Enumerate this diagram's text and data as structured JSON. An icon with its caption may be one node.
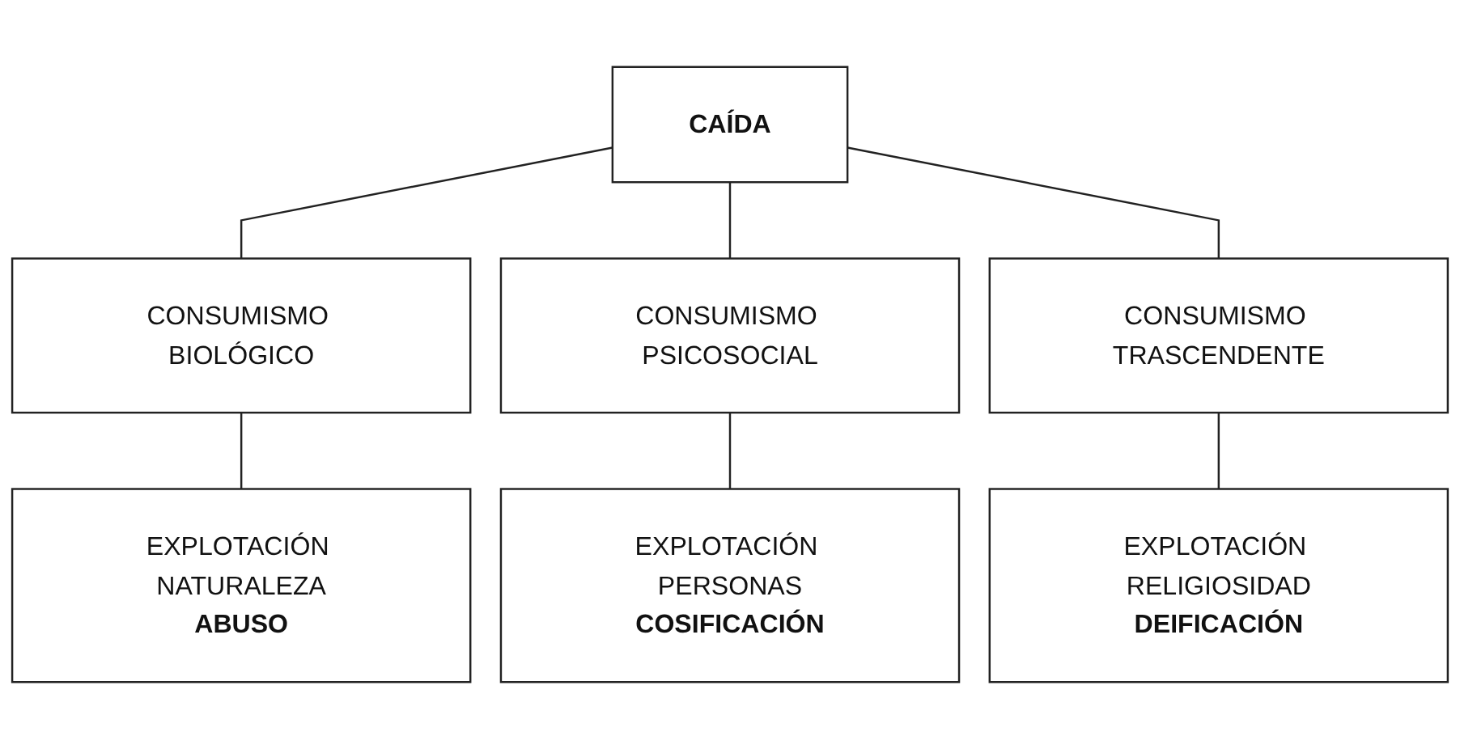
{
  "diagram": {
    "nodes": [
      {
        "text": [
          "CAÍDA"
        ]
      },
      {
        "text": [
          "CONSUMISMO BIOLÓGICO"
        ]
      },
      {
        "text": [
          "CONSUMISMO PSICOSOCIAL"
        ]
      },
      {
        "text": [
          "CONSUMISMO TRASCENDENTE"
        ]
      },
      {
        "text": [
          "EXPLOTACIÓN NATURALEZA",
          "ABUSO"
        ]
      },
      {
        "text": [
          "EXPLOTACIÓN PERSONAS",
          "COSIFICACIÓN"
        ]
      },
      {
        "text": [
          "EXPLOTACIÓN RELIGIOSIDAD",
          "DEIFICACIÓN"
        ]
      }
    ],
    "edges": [
      {
        "from": 0,
        "to": 1,
        "arrow": "none"
      },
      {
        "from": 0,
        "to": 2,
        "arrow": "none"
      },
      {
        "from": 0,
        "to": 3,
        "arrow": "none"
      },
      {
        "from": 1,
        "to": 4,
        "arrow": "none"
      },
      {
        "from": 2,
        "to": 5,
        "arrow": "none"
      },
      {
        "from": 3,
        "to": 6,
        "arrow": "none"
      }
    ]
  }
}
